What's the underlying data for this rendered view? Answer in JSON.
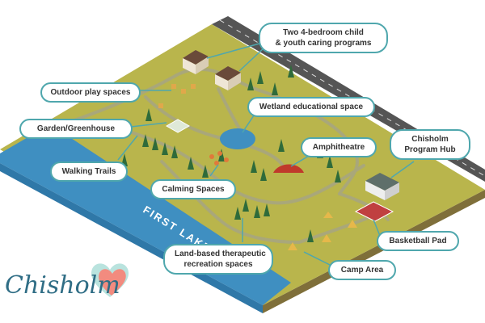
{
  "map": {
    "lake_label": "FIRST LAKE",
    "colors": {
      "grass": "#b9b54c",
      "grass_side": "#7f6f3a",
      "water": "#3f8fc1",
      "road": "#555555",
      "path": "#9b9a6a",
      "accent": "#4fa7ad"
    }
  },
  "callouts": {
    "caring_programs": [
      "Two 4-bedroom child",
      "& youth caring programs"
    ],
    "outdoor_play": "Outdoor play spaces",
    "garden": "Garden/Greenhouse",
    "wetland": "Wetland educational space",
    "amphitheatre": "Amphitheatre",
    "program_hub": [
      "Chisholm",
      "Program Hub"
    ],
    "walking_trails": "Walking Trails",
    "calming_spaces": "Calming Spaces",
    "basketball_pad": "Basketball Pad",
    "land_based": [
      "Land-based therapeutic",
      "recreation spaces"
    ],
    "camp_area": "Camp Area"
  },
  "logo": {
    "text": "Chisholm",
    "icon": "heart-logo-icon"
  }
}
